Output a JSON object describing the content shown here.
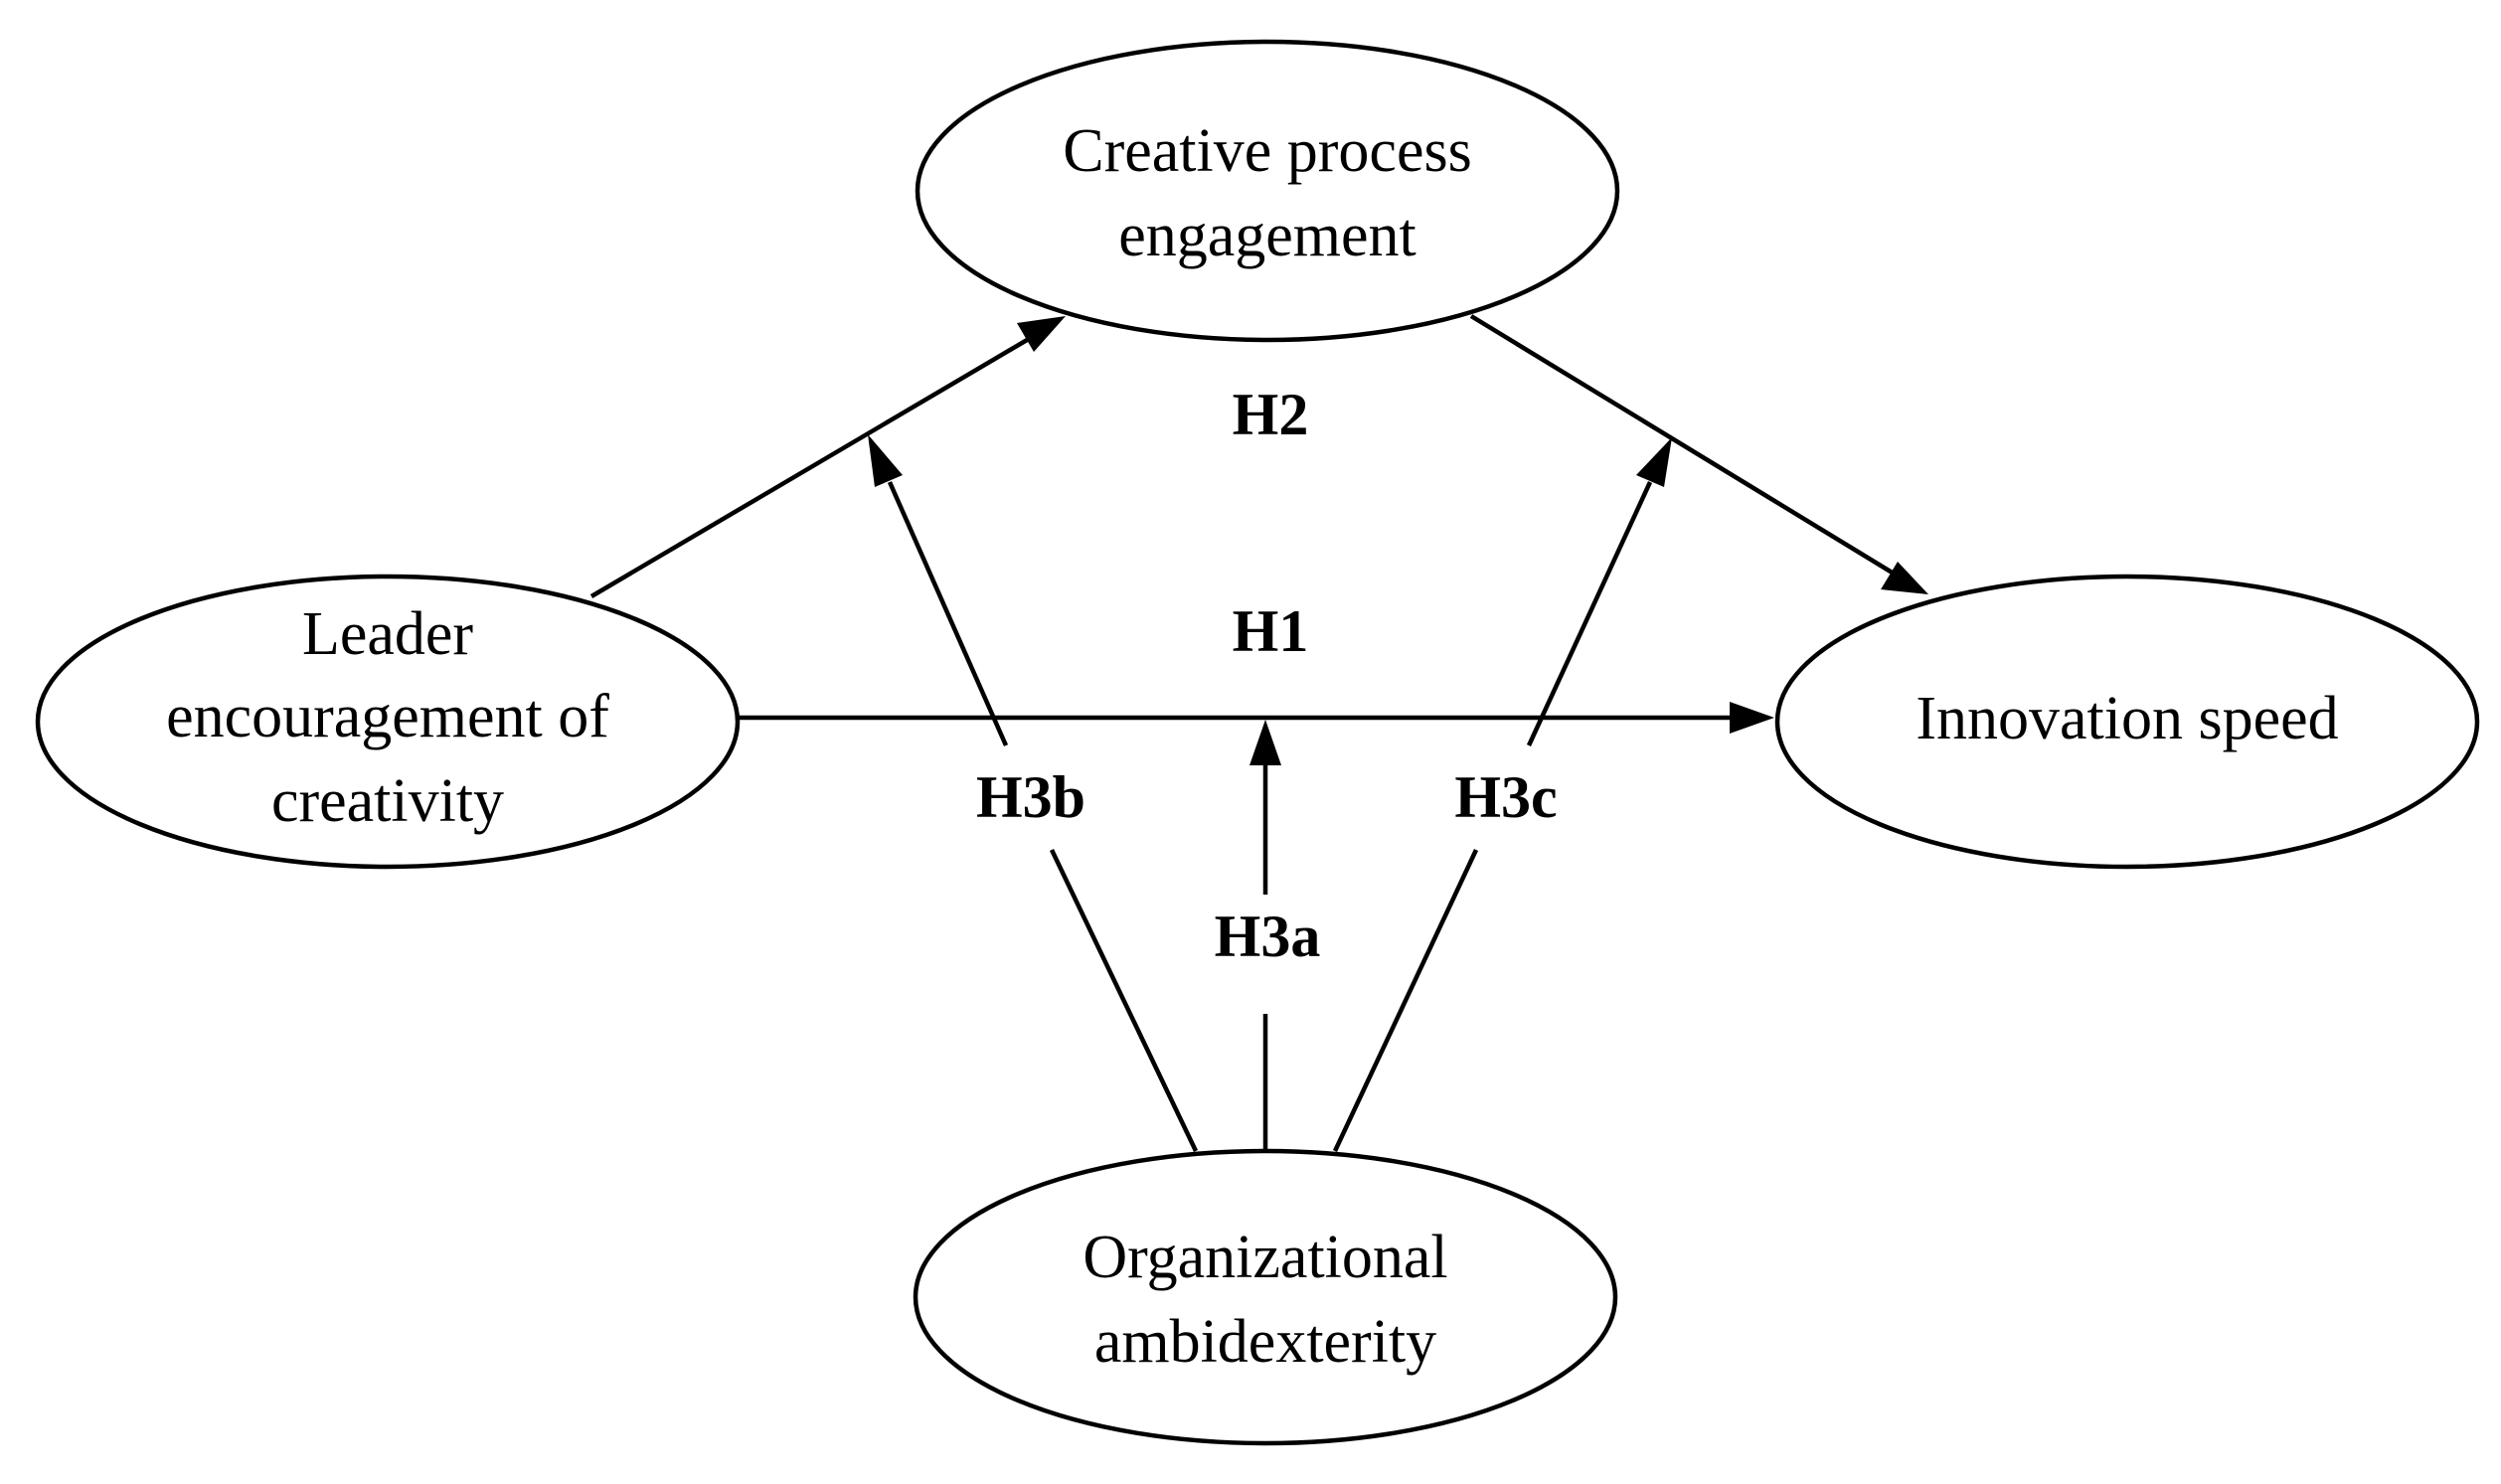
{
  "nodes": {
    "creative_process": {
      "lines": [
        "Creative process",
        "engagement"
      ]
    },
    "leader": {
      "lines": [
        "Leader",
        "encouragement of",
        "creativity"
      ]
    },
    "innovation": {
      "lines": [
        "Innovation speed"
      ]
    },
    "ambidexterity": {
      "lines": [
        "Organizational",
        "ambidexterity"
      ]
    }
  },
  "hypotheses": {
    "h1": "H1",
    "h2": "H2",
    "h3a": "H3a",
    "h3b": "H3b",
    "h3c": "H3c"
  }
}
